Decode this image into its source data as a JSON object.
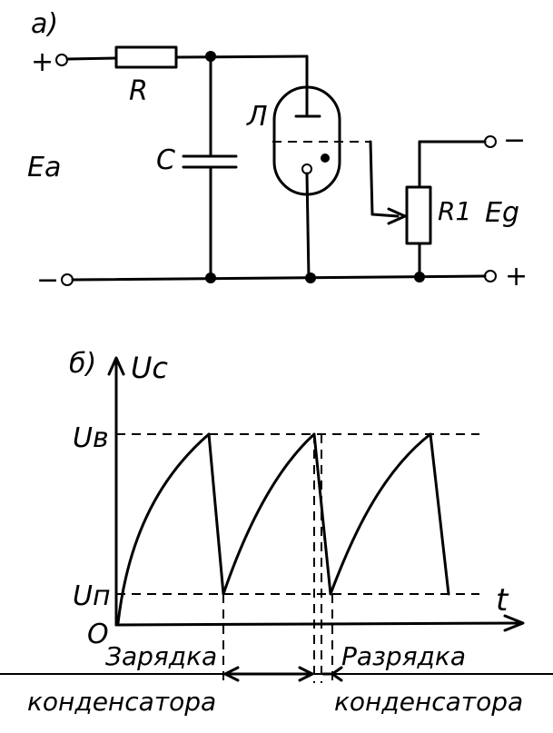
{
  "part_a": {
    "label": "а)",
    "plus": "+",
    "minus": "−",
    "resistor": "R",
    "capacitor": "C",
    "lamp": "Л",
    "supply": "Ea",
    "pot": "R1",
    "bias": "Eg",
    "bias_minus": "−",
    "bias_plus": "+"
  },
  "part_b": {
    "label": "б)",
    "y_axis": "Uc",
    "x_axis": "t",
    "level_high": "Uв",
    "level_low": "Uп",
    "origin": "O",
    "charge_1": "Зарядка",
    "charge_2": "конденсатора",
    "discharge_1": "Разрядка",
    "discharge_2": "конденсатора"
  },
  "chart_data": {
    "type": "line",
    "title": "",
    "xlabel": "t",
    "ylabel": "Uc",
    "series": [
      {
        "values_description_free": true,
        "x": [
          0,
          1,
          1.1,
          2,
          2.05,
          2.9,
          3.9
        ],
        "y": [
          0,
          1,
          0,
          1,
          0,
          1,
          0
        ]
      }
    ],
    "grid": false
  }
}
